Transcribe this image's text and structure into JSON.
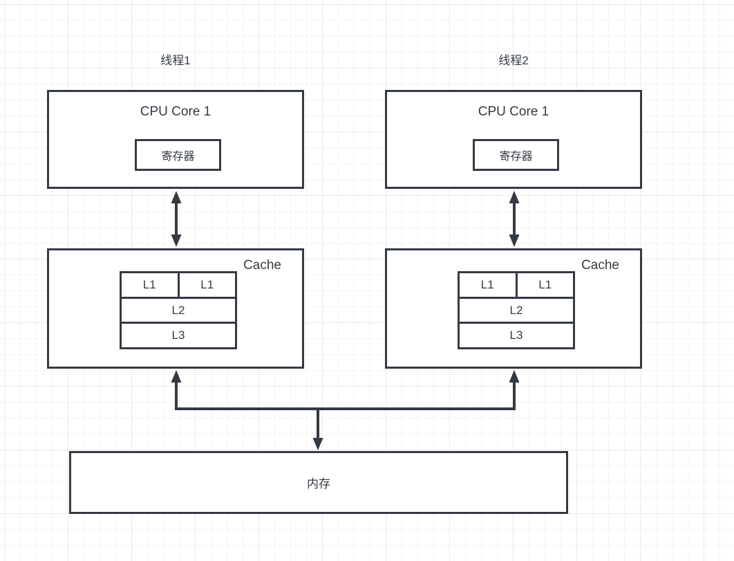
{
  "diagram": {
    "threads": [
      {
        "label": "线程1"
      },
      {
        "label": "线程2"
      }
    ],
    "cpus": [
      {
        "title": "CPU Core 1",
        "register": "寄存器"
      },
      {
        "title": "CPU Core 1",
        "register": "寄存器"
      }
    ],
    "caches": [
      {
        "title": "Cache",
        "l1_left": "L1",
        "l1_right": "L1",
        "l2": "L2",
        "l3": "L3"
      },
      {
        "title": "Cache",
        "l1_left": "L1",
        "l1_right": "L1",
        "l2": "L2",
        "l3": "L3"
      }
    ],
    "memory": {
      "label": "内存"
    },
    "colors": {
      "stroke": "#343a42",
      "background": "#ffffff",
      "grid_minor": "#f4f4f4",
      "grid_major": "#eaeaea"
    }
  }
}
